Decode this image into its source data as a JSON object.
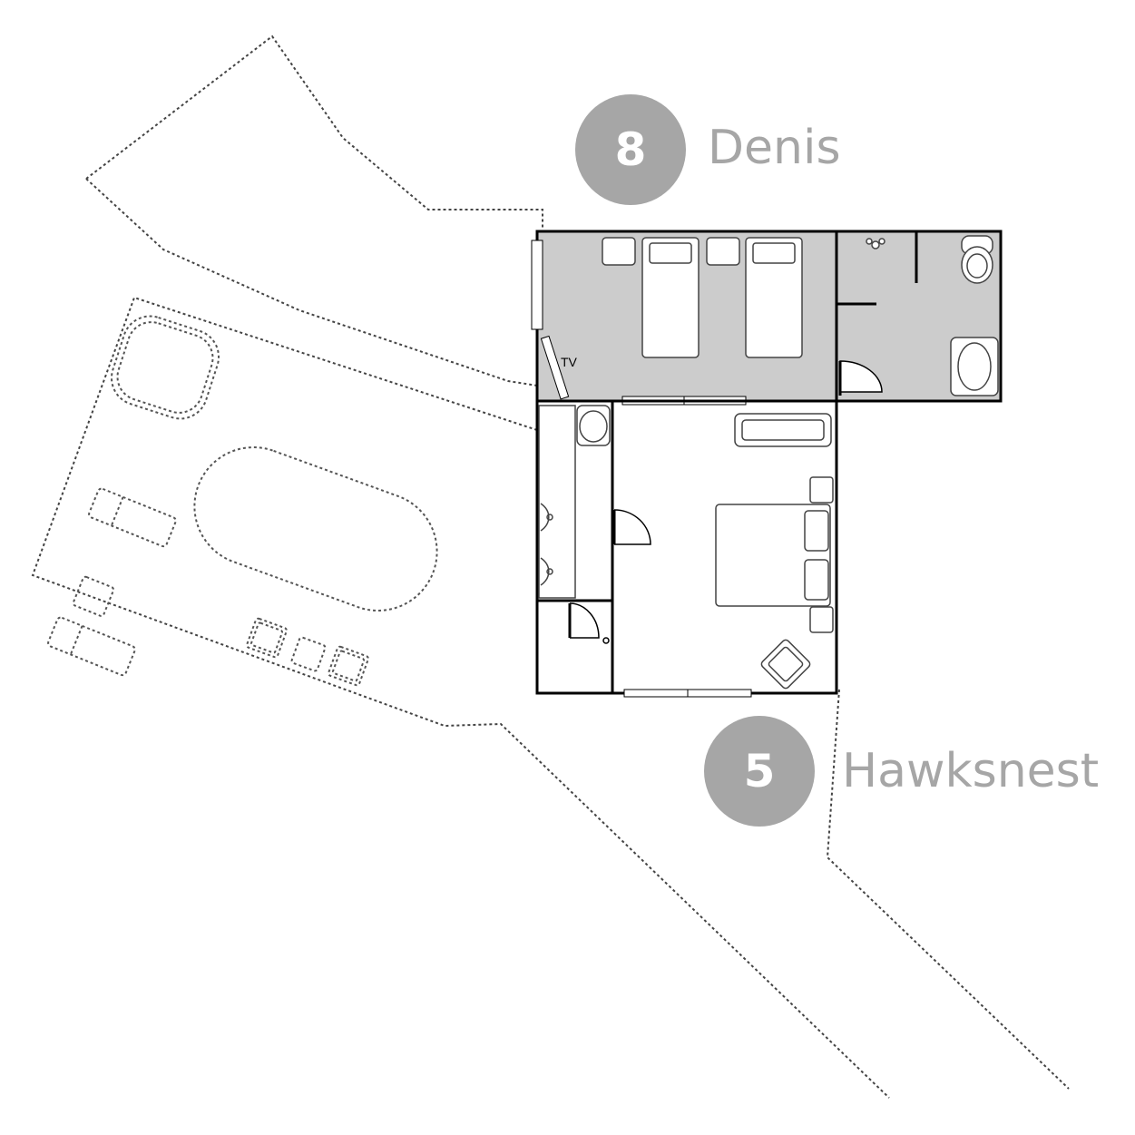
{
  "rooms": [
    {
      "number": "8",
      "name": "Denis"
    },
    {
      "number": "5",
      "name": "Hawksnest"
    }
  ],
  "labels": {
    "tv": "TV"
  },
  "colors": {
    "room_fill": "#cccccc",
    "badge": "#a6a6a6",
    "walls": "#000000",
    "outline": "#555555"
  }
}
